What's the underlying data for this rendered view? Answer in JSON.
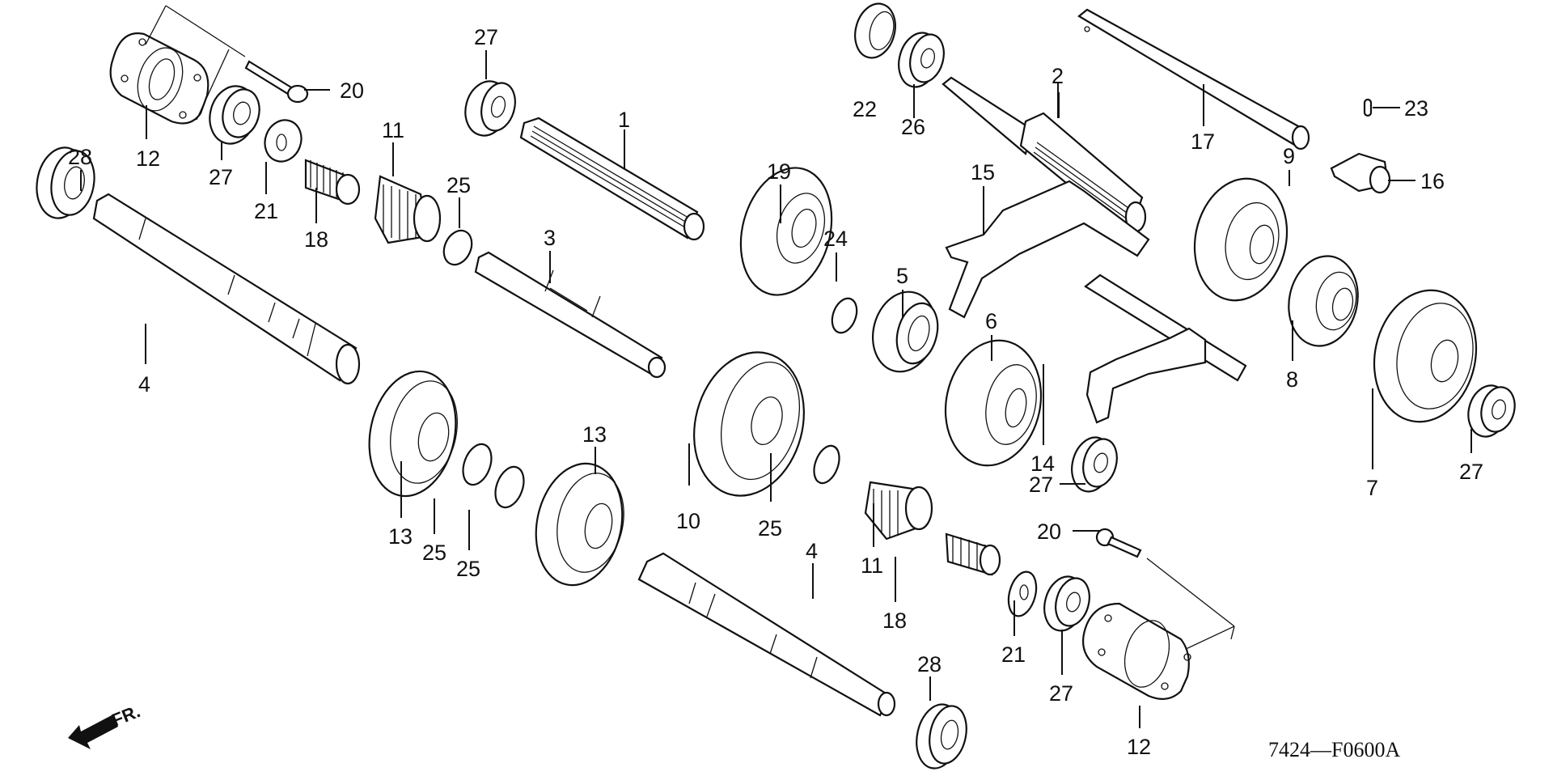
{
  "diagram": {
    "title": "Transmission exploded view",
    "drawing_code": "7424—F0600A",
    "front_indicator": "FR.",
    "callouts": [
      {
        "id": "c1",
        "num": "1",
        "part": "main-shaft"
      },
      {
        "id": "c2",
        "num": "2",
        "part": "countershaft"
      },
      {
        "id": "c3",
        "num": "3",
        "part": "shaft"
      },
      {
        "id": "c4a",
        "num": "4",
        "part": "final-shaft-left"
      },
      {
        "id": "c4b",
        "num": "4",
        "part": "final-shaft-lower"
      },
      {
        "id": "c5",
        "num": "5",
        "part": "gear"
      },
      {
        "id": "c6",
        "num": "6",
        "part": "gear"
      },
      {
        "id": "c7",
        "num": "7",
        "part": "gear"
      },
      {
        "id": "c8",
        "num": "8",
        "part": "gear"
      },
      {
        "id": "c9",
        "num": "9",
        "part": "gear"
      },
      {
        "id": "c10",
        "num": "10",
        "part": "gear"
      },
      {
        "id": "c11a",
        "num": "11",
        "part": "clutch-gear"
      },
      {
        "id": "c11b",
        "num": "11",
        "part": "clutch-gear"
      },
      {
        "id": "c12a",
        "num": "12",
        "part": "bearing-holder"
      },
      {
        "id": "c12b",
        "num": "12",
        "part": "bearing-holder"
      },
      {
        "id": "c13a",
        "num": "13",
        "part": "gear"
      },
      {
        "id": "c13b",
        "num": "13",
        "part": "gear"
      },
      {
        "id": "c14",
        "num": "14",
        "part": "shift-fork"
      },
      {
        "id": "c15",
        "num": "15",
        "part": "shift-fork"
      },
      {
        "id": "c16",
        "num": "16",
        "part": "shift-arm"
      },
      {
        "id": "c17",
        "num": "17",
        "part": "fork-shaft"
      },
      {
        "id": "c18a",
        "num": "18",
        "part": "spring"
      },
      {
        "id": "c18b",
        "num": "18",
        "part": "spring"
      },
      {
        "id": "c19",
        "num": "19",
        "part": "bevel-gear"
      },
      {
        "id": "c20a",
        "num": "20",
        "part": "bolt"
      },
      {
        "id": "c20b",
        "num": "20",
        "part": "bolt"
      },
      {
        "id": "c21a",
        "num": "21",
        "part": "washer"
      },
      {
        "id": "c21b",
        "num": "21",
        "part": "washer"
      },
      {
        "id": "c22",
        "num": "22",
        "part": "oil-seal"
      },
      {
        "id": "c23",
        "num": "23",
        "part": "pin"
      },
      {
        "id": "c24",
        "num": "24",
        "part": "circlip"
      },
      {
        "id": "c25a",
        "num": "25",
        "part": "circlip"
      },
      {
        "id": "c25b",
        "num": "25",
        "part": "circlip"
      },
      {
        "id": "c25c",
        "num": "25",
        "part": "circlip"
      },
      {
        "id": "c25d",
        "num": "25",
        "part": "circlip"
      },
      {
        "id": "c26",
        "num": "26",
        "part": "bearing"
      },
      {
        "id": "c27a",
        "num": "27",
        "part": "bearing"
      },
      {
        "id": "c27b",
        "num": "27",
        "part": "bearing"
      },
      {
        "id": "c27c",
        "num": "27",
        "part": "bearing"
      },
      {
        "id": "c27d",
        "num": "27",
        "part": "bearing"
      },
      {
        "id": "c27e",
        "num": "27",
        "part": "bearing"
      },
      {
        "id": "c28a",
        "num": "28",
        "part": "bearing"
      },
      {
        "id": "c28b",
        "num": "28",
        "part": "bearing"
      }
    ]
  }
}
